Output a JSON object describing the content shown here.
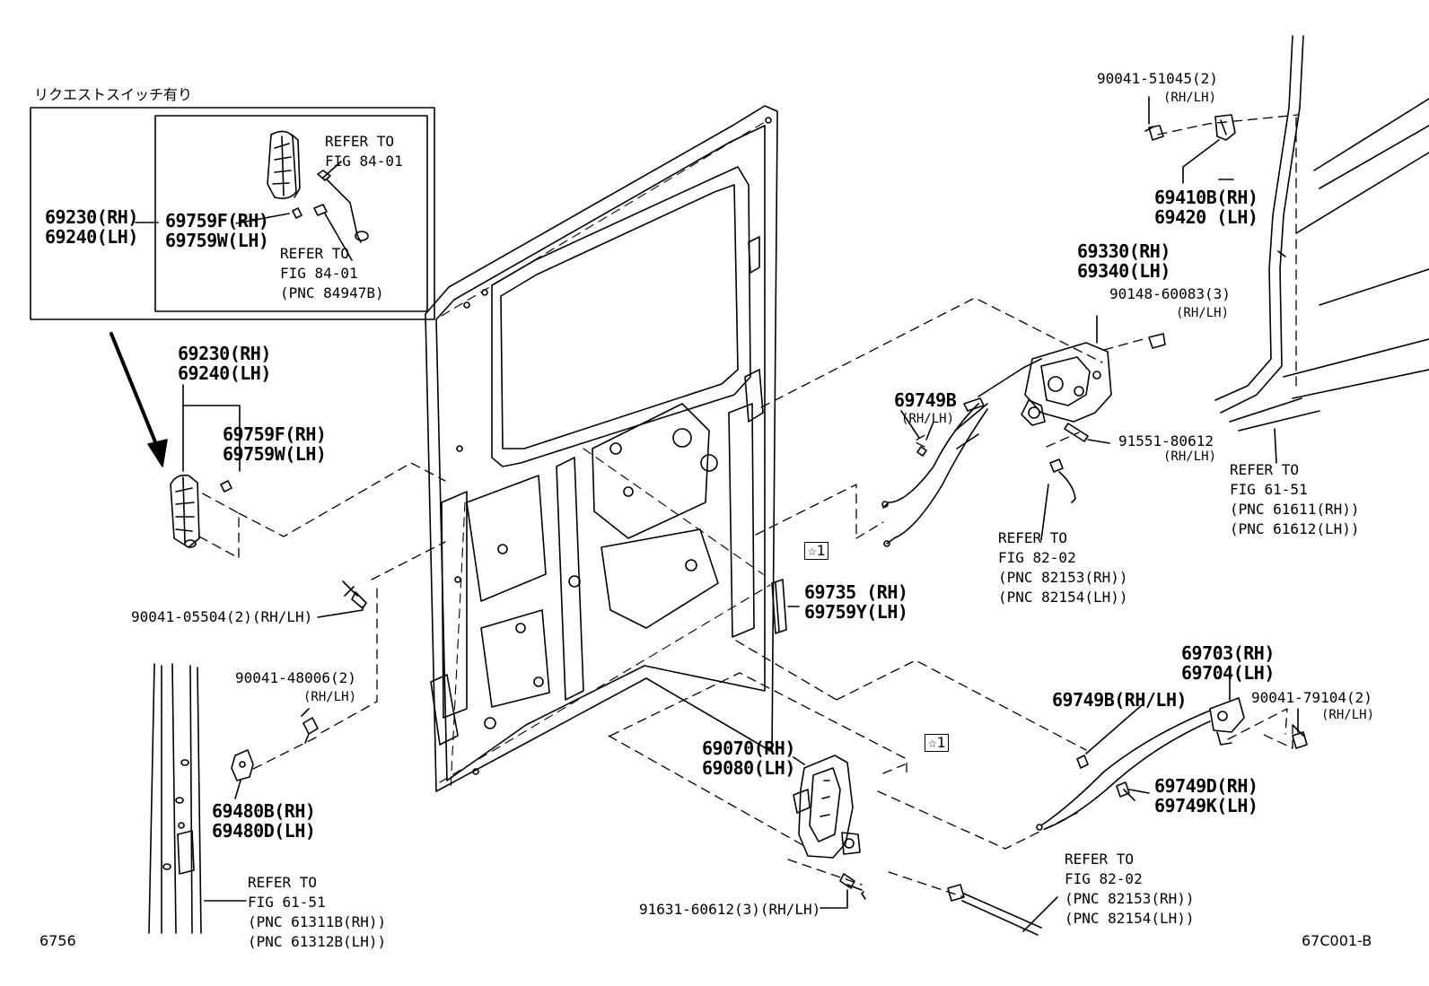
{
  "request_switch_note": "リクエストスイッチ有り",
  "inset": {
    "outer_handle": [
      "69230(RH)",
      "69240(LH)"
    ],
    "cover": [
      "69759F(RH)",
      "69759W(LH)"
    ],
    "refer_a": [
      "REFER TO",
      "FIG 84-01"
    ],
    "refer_b": [
      "REFER TO",
      "FIG 84-01",
      "(PNC 84947B)"
    ]
  },
  "handle": {
    "part": [
      "69230(RH)",
      "69240(LH)"
    ],
    "cover": [
      "69759F(RH)",
      "69759W(LH)"
    ]
  },
  "bolt_05504": "90041-05504(2)(RH/LH)",
  "bolt_48006": [
    "90041-48006(2)",
    "(RH/LH)"
  ],
  "striker_lower": [
    "69480B(RH)",
    "69480D(LH)"
  ],
  "refer_pillar_left": [
    "REFER TO",
    "FIG 61-51",
    "(PNC 61311B(RH))",
    "(PNC 61312B(LH))"
  ],
  "code_left": "6756",
  "code_right": "67C001-B",
  "bolt_51045": [
    "90041-51045(2)",
    "(RH/LH)"
  ],
  "striker_upper": [
    "69410B(RH)",
    "69420 (LH)"
  ],
  "rear_lock": [
    "69330(RH)",
    "69340(LH)"
  ],
  "screw_60083": [
    "90148-60083(3)",
    "(RH/LH)"
  ],
  "clip_top": [
    "69749B",
    "(RH/LH)"
  ],
  "bolt_80612": [
    "91551-80612",
    "(RH/LH)"
  ],
  "refer_pillar_right": [
    "REFER TO",
    "FIG 61-51",
    "(PNC 61611(RH))",
    "(PNC 61612(LH))"
  ],
  "refer_82_upper": [
    "REFER TO",
    "FIG 82-02",
    "(PNC 82153(RH))",
    "(PNC 82154(LH))"
  ],
  "star_mark": "☆1",
  "pad": [
    "69735 (RH)",
    "69759Y(LH)"
  ],
  "front_lock": [
    "69703(RH)",
    "69704(LH)"
  ],
  "clip_mid": "69749B(RH/LH)",
  "bolt_79104": [
    "90041-79104(2)",
    "(RH/LH)"
  ],
  "remote": [
    "69070(RH)",
    "69080(LH)"
  ],
  "clip_bottom": [
    "69749D(RH)",
    "69749K(LH)"
  ],
  "screw_60612": "91631-60612(3)(RH/LH)",
  "refer_82_lower": [
    "REFER TO",
    "FIG 82-02",
    "(PNC 82153(RH))",
    "(PNC 82154(LH))"
  ]
}
